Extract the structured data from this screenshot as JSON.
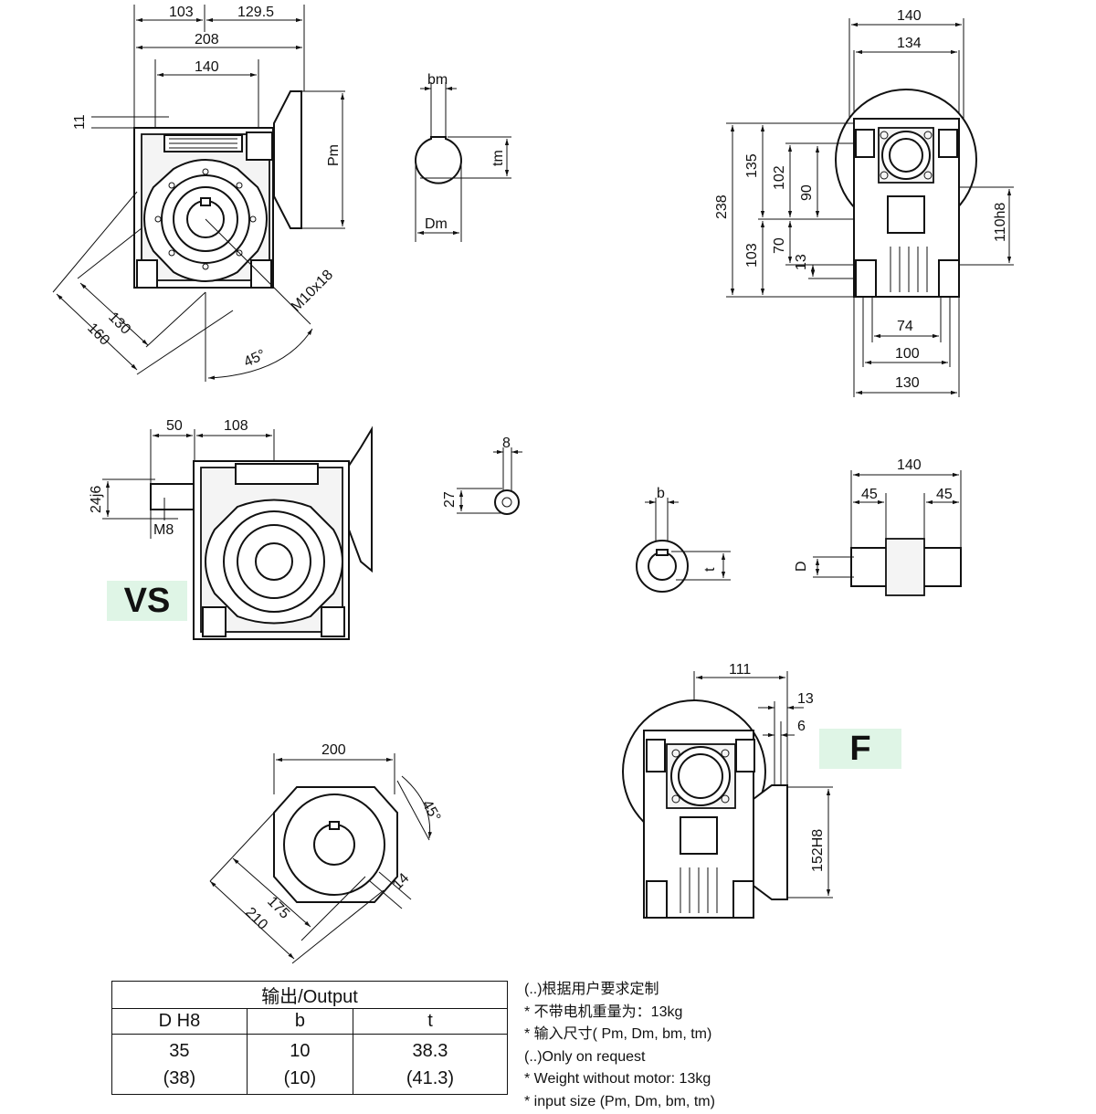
{
  "dims": {
    "top_view": {
      "d103": "103",
      "d129_5": "129.5",
      "d208": "208",
      "d140": "140",
      "d11": "11",
      "pm": "Pm",
      "d130": "130",
      "d160": "160",
      "m10": "M10x18",
      "d45": "45°"
    },
    "shaft": {
      "bm": "bm",
      "tm": "tm",
      "dm": "Dm"
    },
    "side_view": {
      "d140": "140",
      "d134": "134",
      "d238": "238",
      "d135": "135",
      "d102": "102",
      "d90": "90",
      "d103": "103",
      "d70": "70",
      "d13": "13",
      "d110h8": "110h8",
      "d74": "74",
      "d100": "100",
      "d130": "130"
    },
    "vs_view": {
      "d50": "50",
      "d108": "108",
      "d24j6": "24j6",
      "m8": "M8",
      "d8": "8",
      "d27": "27"
    },
    "bore": {
      "b": "b",
      "t": "t"
    },
    "output_shaft": {
      "d140": "140",
      "d45a": "45",
      "d45b": "45",
      "d": "D"
    },
    "flange_view": {
      "d200": "200",
      "d45": "45°",
      "d175": "175",
      "d210": "210",
      "d14": "14"
    },
    "f_view": {
      "d111": "111",
      "d13": "13",
      "d6": "6",
      "d152h8": "152H8"
    }
  },
  "badges": {
    "vs": "VS",
    "f": "F"
  },
  "table": {
    "title": "输出/Output",
    "headers": [
      "D H8",
      "b",
      "t"
    ],
    "row1": [
      "35",
      "10",
      "38.3"
    ],
    "row2": [
      "(38)",
      "(10)",
      "(41.3)"
    ]
  },
  "notes": [
    "(..)根据用户要求定制",
    "* 不带电机重量为：13kg",
    "* 输入尺寸( Pm, Dm, bm, tm)",
    "(..)Only on request",
    "* Weight without motor: 13kg",
    "* input  size  (Pm, Dm, bm, tm)"
  ]
}
